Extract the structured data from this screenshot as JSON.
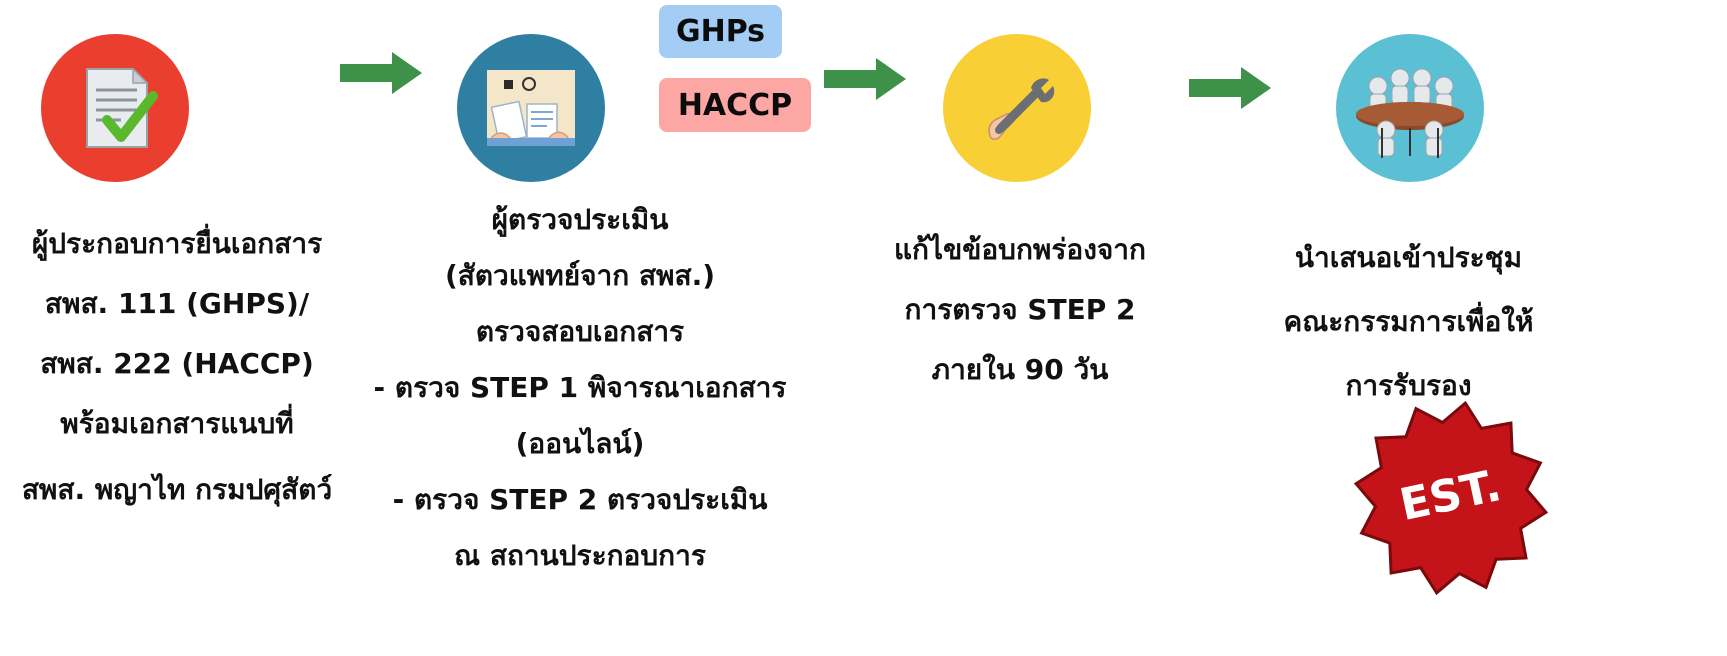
{
  "colors": {
    "arrow": "#3d9148",
    "step1_circle": "#ea3f2e",
    "step2_circle": "#2f7fa3",
    "step3_circle": "#f8cf34",
    "step4_circle": "#5cc0d4",
    "ghps_pill": "#a4cdf5",
    "haccp_pill": "#fda7a4",
    "badge_fill": "#c4141a",
    "badge_stroke": "#7a0a0c"
  },
  "icons": {
    "step1": "document-check-icon",
    "step2": "inspection-paperwork-icon",
    "step3": "wrench-hand-icon",
    "step4": "meeting-table-icon"
  },
  "standards": {
    "ghps": "GHPs",
    "haccp": "HACCP"
  },
  "steps": [
    {
      "lines": [
        "ผู้ประกอบการยื่นเอกสาร",
        "สพส. 111 (GHPS)/",
        "สพส. 222 (HACCP)",
        "พร้อมเอกสารแนบที่",
        "สพส. พญาไท กรมปศุสัตว์"
      ]
    },
    {
      "lines": [
        "ผู้ตรวจประเมิน",
        "(สัตวแพทย์จาก สพส.)",
        "",
        "ตรวจสอบเอกสาร",
        "- ตรวจ STEP 1 พิจารณาเอกสาร",
        "(ออนไลน์)",
        "- ตรวจ STEP 2 ตรวจประเมิน",
        "ณ สถานประกอบการ"
      ]
    },
    {
      "lines": [
        "แก้ไขข้อบกพร่องจาก",
        "การตรวจ STEP 2",
        "ภายใน 90 วัน"
      ]
    },
    {
      "lines": [
        "นำเสนอเข้าประชุม",
        "คณะกรรมการเพื่อให้",
        "การรับรอง"
      ]
    }
  ],
  "badge": {
    "label": "EST."
  }
}
